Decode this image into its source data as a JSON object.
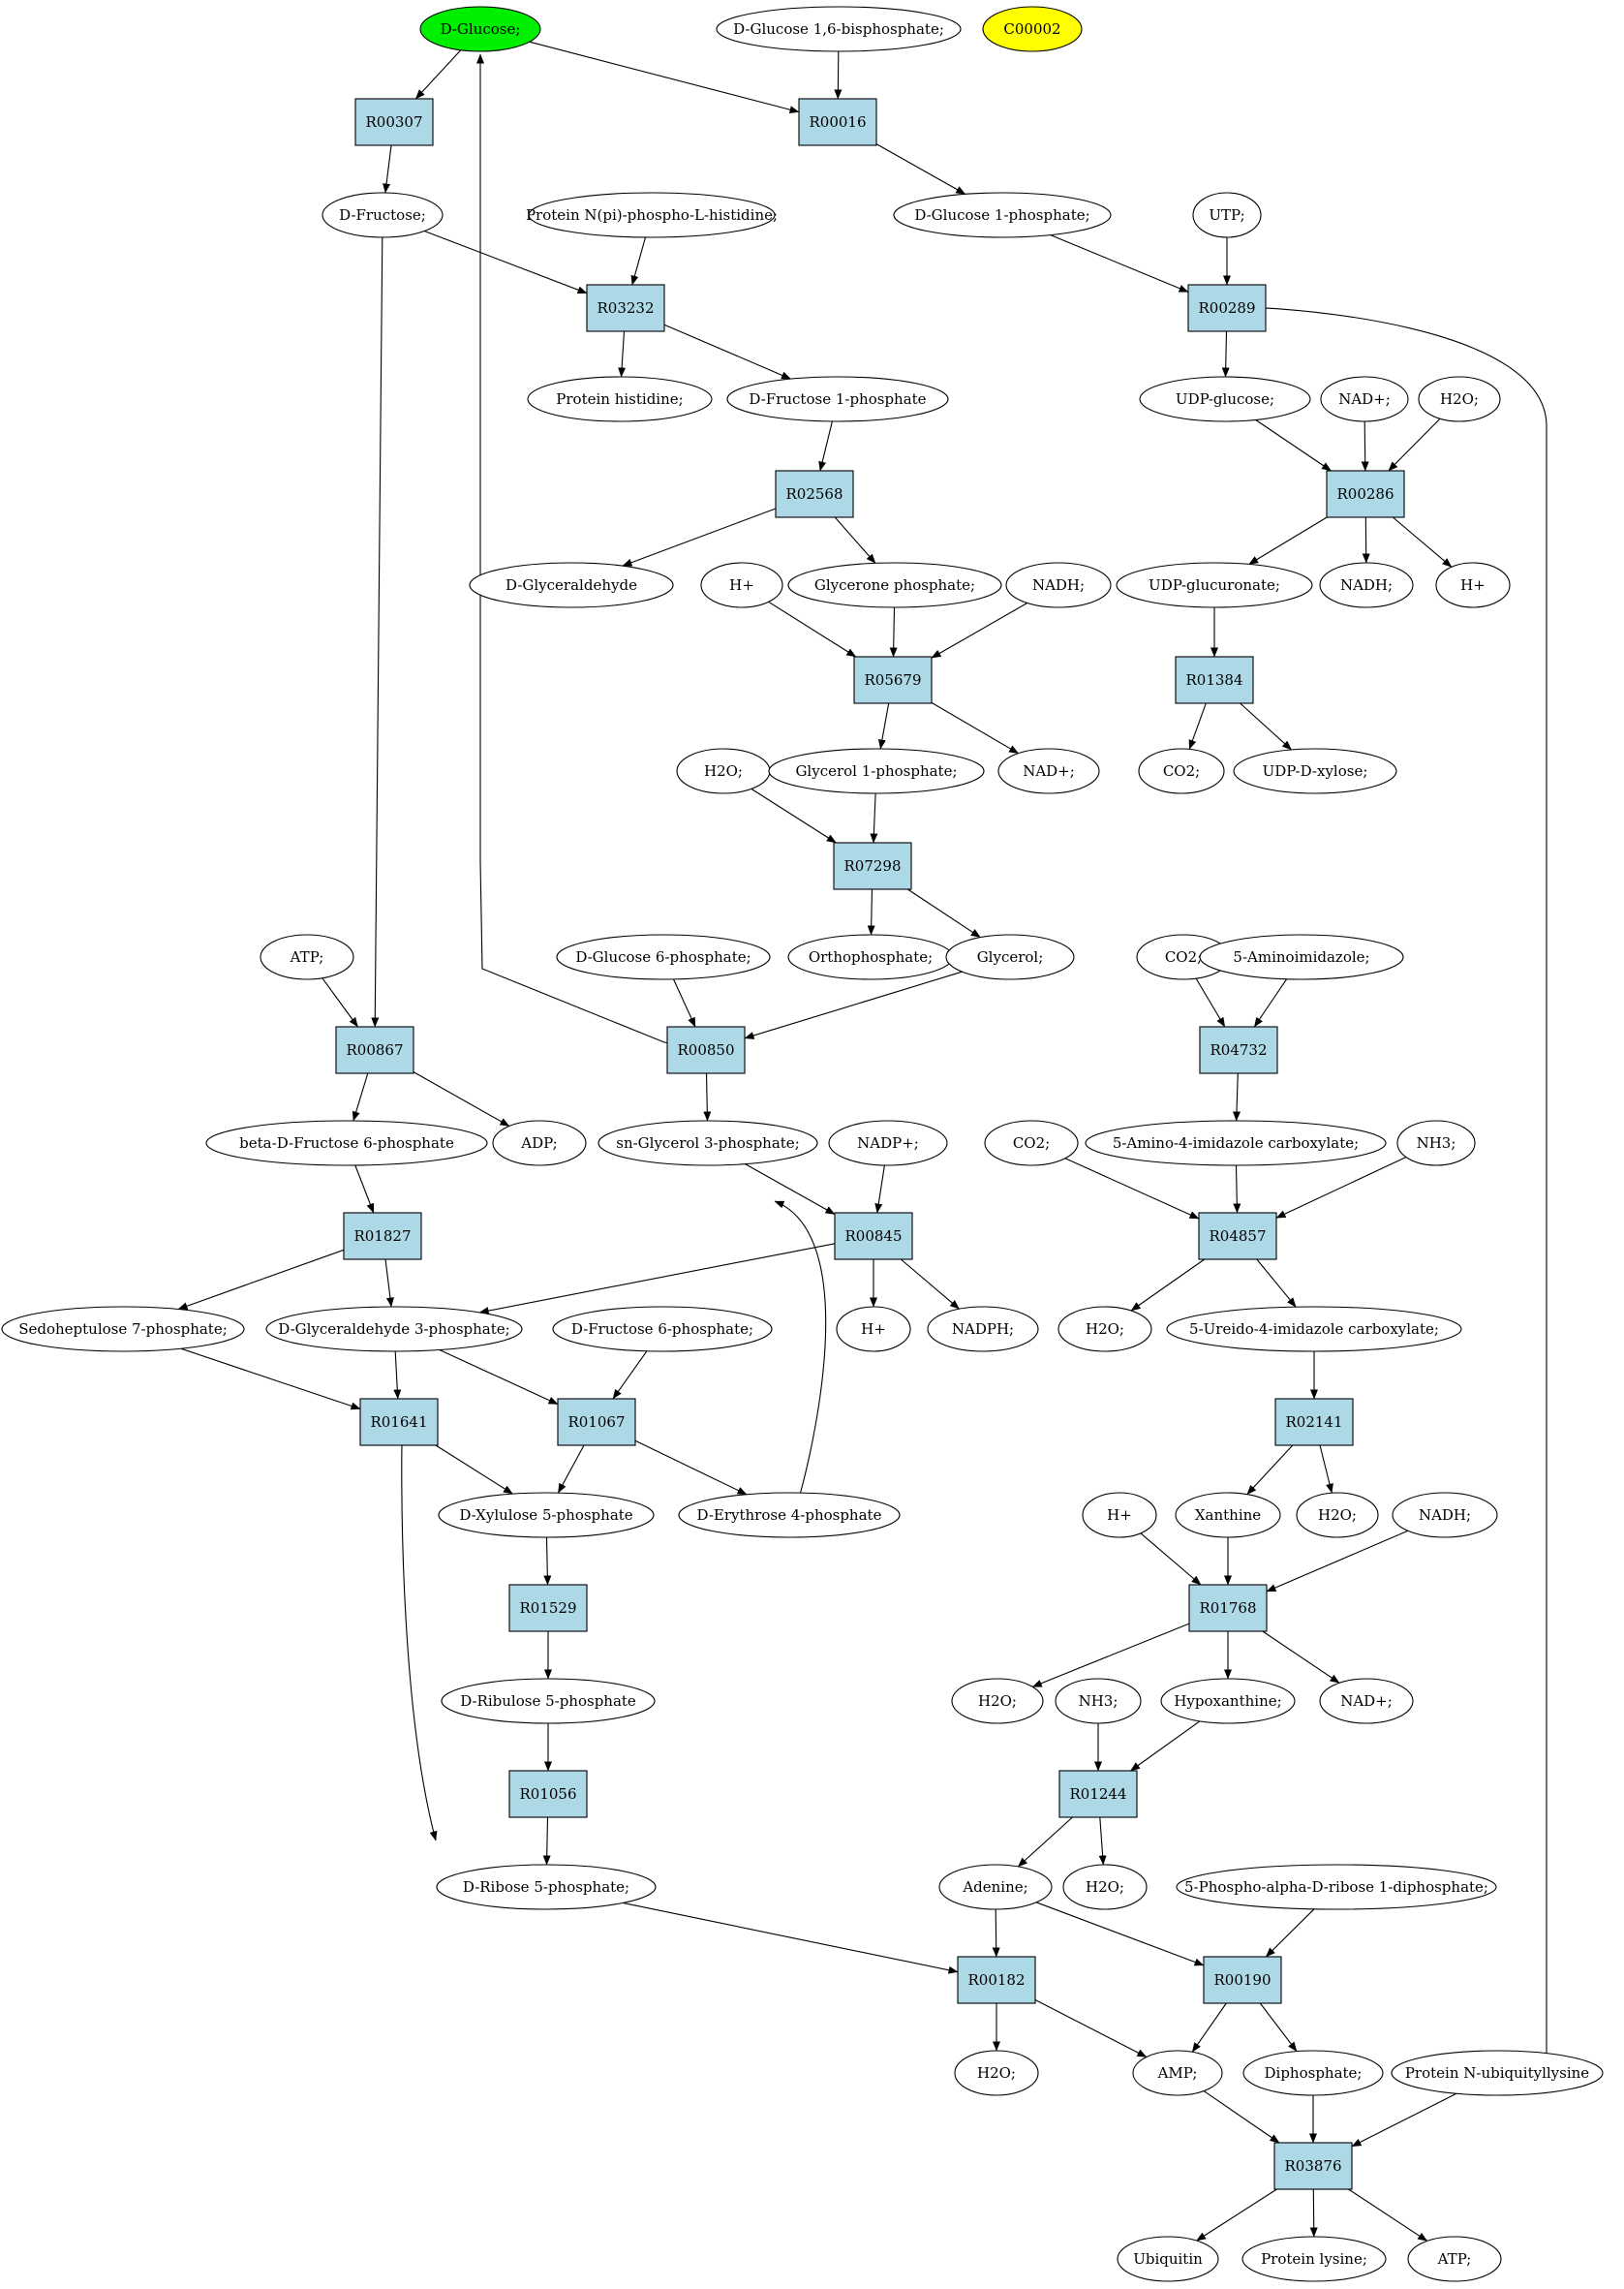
{
  "compounds": {
    "glc": {
      "label": "D-Glucose;",
      "fill": "#00ee00"
    },
    "g16bp": {
      "label": "D-Glucose 1,6-bisphosphate;"
    },
    "c00002": {
      "label": "C00002",
      "fill": "#ffff00"
    },
    "fru": {
      "label": "D-Fructose;"
    },
    "ppis": {
      "label": "Protein N(pi)-phospho-L-histidine;"
    },
    "g1p": {
      "label": "D-Glucose 1-phosphate;"
    },
    "utp": {
      "label": "UTP;"
    },
    "phis": {
      "label": "Protein histidine;"
    },
    "f1p": {
      "label": "D-Fructose 1-phosphate"
    },
    "udpg": {
      "label": "UDP-glucose;"
    },
    "nad1": {
      "label": "NAD+;"
    },
    "h2o1": {
      "label": "H2O;"
    },
    "glyald": {
      "label": "D-Glyceraldehyde"
    },
    "h1": {
      "label": "H+"
    },
    "dhap": {
      "label": "Glycerone phosphate;"
    },
    "nadh1": {
      "label": "NADH;"
    },
    "udpgla": {
      "label": "UDP-glucuronate;"
    },
    "nadh2": {
      "label": "NADH;"
    },
    "h2": {
      "label": "H+"
    },
    "h2o2": {
      "label": "H2O;"
    },
    "gly1p": {
      "label": "Glycerol 1-phosphate;"
    },
    "nad2": {
      "label": "NAD+;"
    },
    "co2a": {
      "label": "CO2;"
    },
    "udpxyl": {
      "label": "UDP-D-xylose;"
    },
    "atp1": {
      "label": "ATP;"
    },
    "g6p": {
      "label": "D-Glucose 6-phosphate;"
    },
    "pi": {
      "label": "Orthophosphate;"
    },
    "glyc": {
      "label": "Glycerol;"
    },
    "co2b": {
      "label": "CO2;"
    },
    "air": {
      "label": "5-Aminoimidazole;"
    },
    "bf6p": {
      "label": "beta-D-Fructose 6-phosphate"
    },
    "adp": {
      "label": "ADP;"
    },
    "g3p": {
      "label": "sn-Glycerol 3-phosphate;"
    },
    "nadp": {
      "label": "NADP+;"
    },
    "co2c": {
      "label": "CO2;"
    },
    "aic": {
      "label": "5-Amino-4-imidazole carboxylate;"
    },
    "nh3a": {
      "label": "NH3;"
    },
    "s7p": {
      "label": "Sedoheptulose 7-phosphate;"
    },
    "gap": {
      "label": "D-Glyceraldehyde 3-phosphate;"
    },
    "f6p": {
      "label": "D-Fructose 6-phosphate;"
    },
    "h3": {
      "label": "H+"
    },
    "nadph": {
      "label": "NADPH;"
    },
    "h2o3": {
      "label": "H2O;"
    },
    "uaic": {
      "label": "5-Ureido-4-imidazole carboxylate;"
    },
    "xu5p": {
      "label": "D-Xylulose 5-phosphate"
    },
    "e4p": {
      "label": "D-Erythrose 4-phosphate"
    },
    "h4": {
      "label": "H+"
    },
    "xan": {
      "label": "Xanthine"
    },
    "h2o4": {
      "label": "H2O;"
    },
    "nadh3": {
      "label": "NADH;"
    },
    "ru5p": {
      "label": "D-Ribulose 5-phosphate"
    },
    "h2o5": {
      "label": "H2O;"
    },
    "nh3b": {
      "label": "NH3;"
    },
    "hyp": {
      "label": "Hypoxanthine;"
    },
    "nad3": {
      "label": "NAD+;"
    },
    "r5p": {
      "label": "D-Ribose 5-phosphate;"
    },
    "ade": {
      "label": "Adenine;"
    },
    "h2o6": {
      "label": "H2O;"
    },
    "prpp": {
      "label": "5-Phospho-alpha-D-ribose 1-diphosphate;"
    },
    "h2o7": {
      "label": "H2O;"
    },
    "amp": {
      "label": "AMP;"
    },
    "ppi": {
      "label": "Diphosphate;"
    },
    "pubq": {
      "label": "Protein N-ubiquityllysine"
    },
    "ubq": {
      "label": "Ubiquitin"
    },
    "plys": {
      "label": "Protein lysine;"
    },
    "atp2": {
      "label": "ATP;"
    }
  },
  "reactions": {
    "R00307": {
      "label": "R00307"
    },
    "R00016": {
      "label": "R00016"
    },
    "R03232": {
      "label": "R03232"
    },
    "R00289": {
      "label": "R00289"
    },
    "R02568": {
      "label": "R02568"
    },
    "R00286": {
      "label": "R00286"
    },
    "R05679": {
      "label": "R05679"
    },
    "R01384": {
      "label": "R01384"
    },
    "R07298": {
      "label": "R07298"
    },
    "R00867": {
      "label": "R00867"
    },
    "R00850": {
      "label": "R00850"
    },
    "R04732": {
      "label": "R04732"
    },
    "R01827": {
      "label": "R01827"
    },
    "R00845": {
      "label": "R00845"
    },
    "R04857": {
      "label": "R04857"
    },
    "R01641": {
      "label": "R01641"
    },
    "R01067": {
      "label": "R01067"
    },
    "R02141": {
      "label": "R02141"
    },
    "R01529": {
      "label": "R01529"
    },
    "R01768": {
      "label": "R01768"
    },
    "R01056": {
      "label": "R01056"
    },
    "R01244": {
      "label": "R01244"
    },
    "R00182": {
      "label": "R00182"
    },
    "R00190": {
      "label": "R00190"
    },
    "R03876": {
      "label": "R03876"
    }
  },
  "edges": [
    [
      "glc",
      "R00307"
    ],
    [
      "glc",
      "R00016"
    ],
    [
      "g16bp",
      "R00016"
    ],
    [
      "R00307",
      "fru"
    ],
    [
      "fru",
      "R00867"
    ],
    [
      "fru",
      "R03232"
    ],
    [
      "ppis",
      "R03232"
    ],
    [
      "R00016",
      "g1p"
    ],
    [
      "g1p",
      "R00289"
    ],
    [
      "utp",
      "R00289"
    ],
    [
      "R00289",
      "udpg"
    ],
    [
      "R00289",
      "ppi"
    ],
    [
      "R03232",
      "phis"
    ],
    [
      "R03232",
      "f1p"
    ],
    [
      "f1p",
      "R02568"
    ],
    [
      "udpg",
      "R00286"
    ],
    [
      "nad1",
      "R00286"
    ],
    [
      "h2o1",
      "R00286"
    ],
    [
      "R02568",
      "glyald"
    ],
    [
      "R02568",
      "dhap"
    ],
    [
      "h1",
      "R05679"
    ],
    [
      "dhap",
      "R05679"
    ],
    [
      "nadh1",
      "R05679"
    ],
    [
      "R00286",
      "udpgla"
    ],
    [
      "R00286",
      "nadh2"
    ],
    [
      "R00286",
      "h2"
    ],
    [
      "udpgla",
      "R01384"
    ],
    [
      "R01384",
      "co2a"
    ],
    [
      "R01384",
      "udpxyl"
    ],
    [
      "R05679",
      "gly1p"
    ],
    [
      "R05679",
      "nad2"
    ],
    [
      "h2o2",
      "R07298"
    ],
    [
      "gly1p",
      "R07298"
    ],
    [
      "R07298",
      "pi"
    ],
    [
      "R07298",
      "glyc"
    ],
    [
      "atp1",
      "R00867"
    ],
    [
      "g6p",
      "R00850"
    ],
    [
      "glyc",
      "R00850"
    ],
    [
      "R00850",
      "glc"
    ],
    [
      "co2b",
      "R04732"
    ],
    [
      "air",
      "R04732"
    ],
    [
      "R00867",
      "bf6p"
    ],
    [
      "R00867",
      "adp"
    ],
    [
      "R00850",
      "g3p"
    ],
    [
      "R04732",
      "aic"
    ],
    [
      "bf6p",
      "R01827"
    ],
    [
      "g3p",
      "R00845"
    ],
    [
      "nadp",
      "R00845"
    ],
    [
      "co2c",
      "R04857"
    ],
    [
      "aic",
      "R04857"
    ],
    [
      "nh3a",
      "R04857"
    ],
    [
      "R01827",
      "s7p"
    ],
    [
      "R01827",
      "gap"
    ],
    [
      "R00845",
      "gap"
    ],
    [
      "R00845",
      "h3"
    ],
    [
      "R00845",
      "nadph"
    ],
    [
      "R04857",
      "h2o3"
    ],
    [
      "R04857",
      "uaic"
    ],
    [
      "s7p",
      "R01641"
    ],
    [
      "gap",
      "R01641"
    ],
    [
      "gap",
      "R01067"
    ],
    [
      "f6p",
      "R01067"
    ],
    [
      "uaic",
      "R02141"
    ],
    [
      "R01641",
      "xu5p"
    ],
    [
      "R01067",
      "xu5p"
    ],
    [
      "R01067",
      "e4p"
    ],
    [
      "e4p",
      "R01827"
    ],
    [
      "R02141",
      "xan"
    ],
    [
      "R02141",
      "h2o4"
    ],
    [
      "h4",
      "R01768"
    ],
    [
      "xan",
      "R01768"
    ],
    [
      "nadh3",
      "R01768"
    ],
    [
      "xu5p",
      "R01529"
    ],
    [
      "R01529",
      "ru5p"
    ],
    [
      "R01768",
      "h2o5"
    ],
    [
      "R01768",
      "hyp"
    ],
    [
      "R01768",
      "nad3"
    ],
    [
      "ru5p",
      "R01056"
    ],
    [
      "nh3b",
      "R01244"
    ],
    [
      "hyp",
      "R01244"
    ],
    [
      "R01056",
      "r5p"
    ],
    [
      "R01641",
      "r5p"
    ],
    [
      "R01244",
      "ade"
    ],
    [
      "R01244",
      "h2o6"
    ],
    [
      "r5p",
      "R00182"
    ],
    [
      "ade",
      "R00182"
    ],
    [
      "ade",
      "R00190"
    ],
    [
      "prpp",
      "R00190"
    ],
    [
      "R00182",
      "h2o7"
    ],
    [
      "R00182",
      "amp"
    ],
    [
      "R00190",
      "amp"
    ],
    [
      "R00190",
      "ppi"
    ],
    [
      "amp",
      "R03876"
    ],
    [
      "ppi",
      "R03876"
    ],
    [
      "pubq",
      "R03876"
    ],
    [
      "R03876",
      "ubq"
    ],
    [
      "R03876",
      "plys"
    ],
    [
      "R03876",
      "atp2"
    ]
  ]
}
